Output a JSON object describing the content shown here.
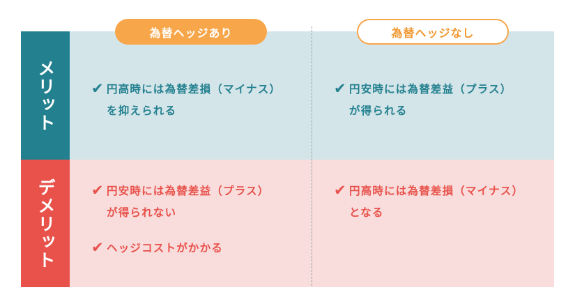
{
  "columns": {
    "with_hedge": "為替ヘッジあり",
    "without_hedge": "為替ヘッジなし"
  },
  "rows": {
    "merit": {
      "label": "メリット",
      "with_hedge": [
        {
          "line1": "円高時には為替差損（マイナス）",
          "line2": "を抑えられる"
        }
      ],
      "without_hedge": [
        {
          "line1": "円安時には為替差益（プラス）",
          "line2": "が得られる"
        }
      ]
    },
    "demerit": {
      "label": "デメリット",
      "with_hedge": [
        {
          "line1": "円安時には為替差益（プラス）",
          "line2": "が得られない"
        },
        {
          "line1": "ヘッジコストがかかる",
          "line2": ""
        }
      ],
      "without_hedge": [
        {
          "line1": "円高時には為替差損（マイナス）",
          "line2": "となる"
        }
      ]
    }
  },
  "icons": {
    "check": "✔"
  },
  "colors": {
    "merit_accent": "#23808f",
    "merit_background": "#d4e5e9",
    "demerit_accent": "#e8524b",
    "demerit_background": "#f9dcdc",
    "pill_orange": "#f8a64a"
  }
}
